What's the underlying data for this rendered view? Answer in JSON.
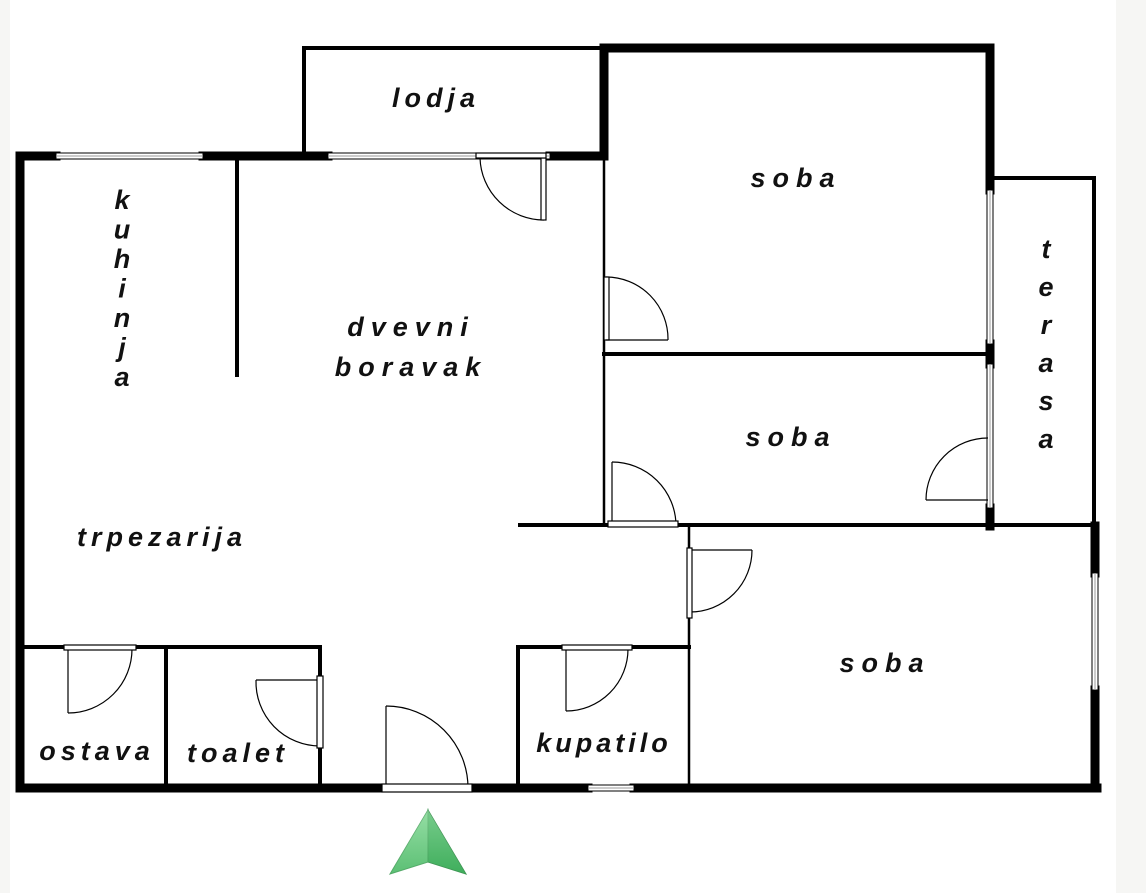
{
  "rooms": {
    "lodja": "lodja",
    "kuhinja": "kuhinja",
    "dnevni_1": "dvevni",
    "dnevni_2": "boravak",
    "soba_1": "soba",
    "soba_2": "soba",
    "soba_3": "soba",
    "terasa": "terasa",
    "trpezarija": "trpezarija",
    "ostava": "ostava",
    "toalet": "toalet",
    "kupatilo": "kupatilo"
  },
  "colors": {
    "wall": "#000000",
    "arrow": "#5cc87a",
    "background": "#f6f6f4"
  },
  "icons": {
    "entrance": "entrance-arrow-icon"
  }
}
